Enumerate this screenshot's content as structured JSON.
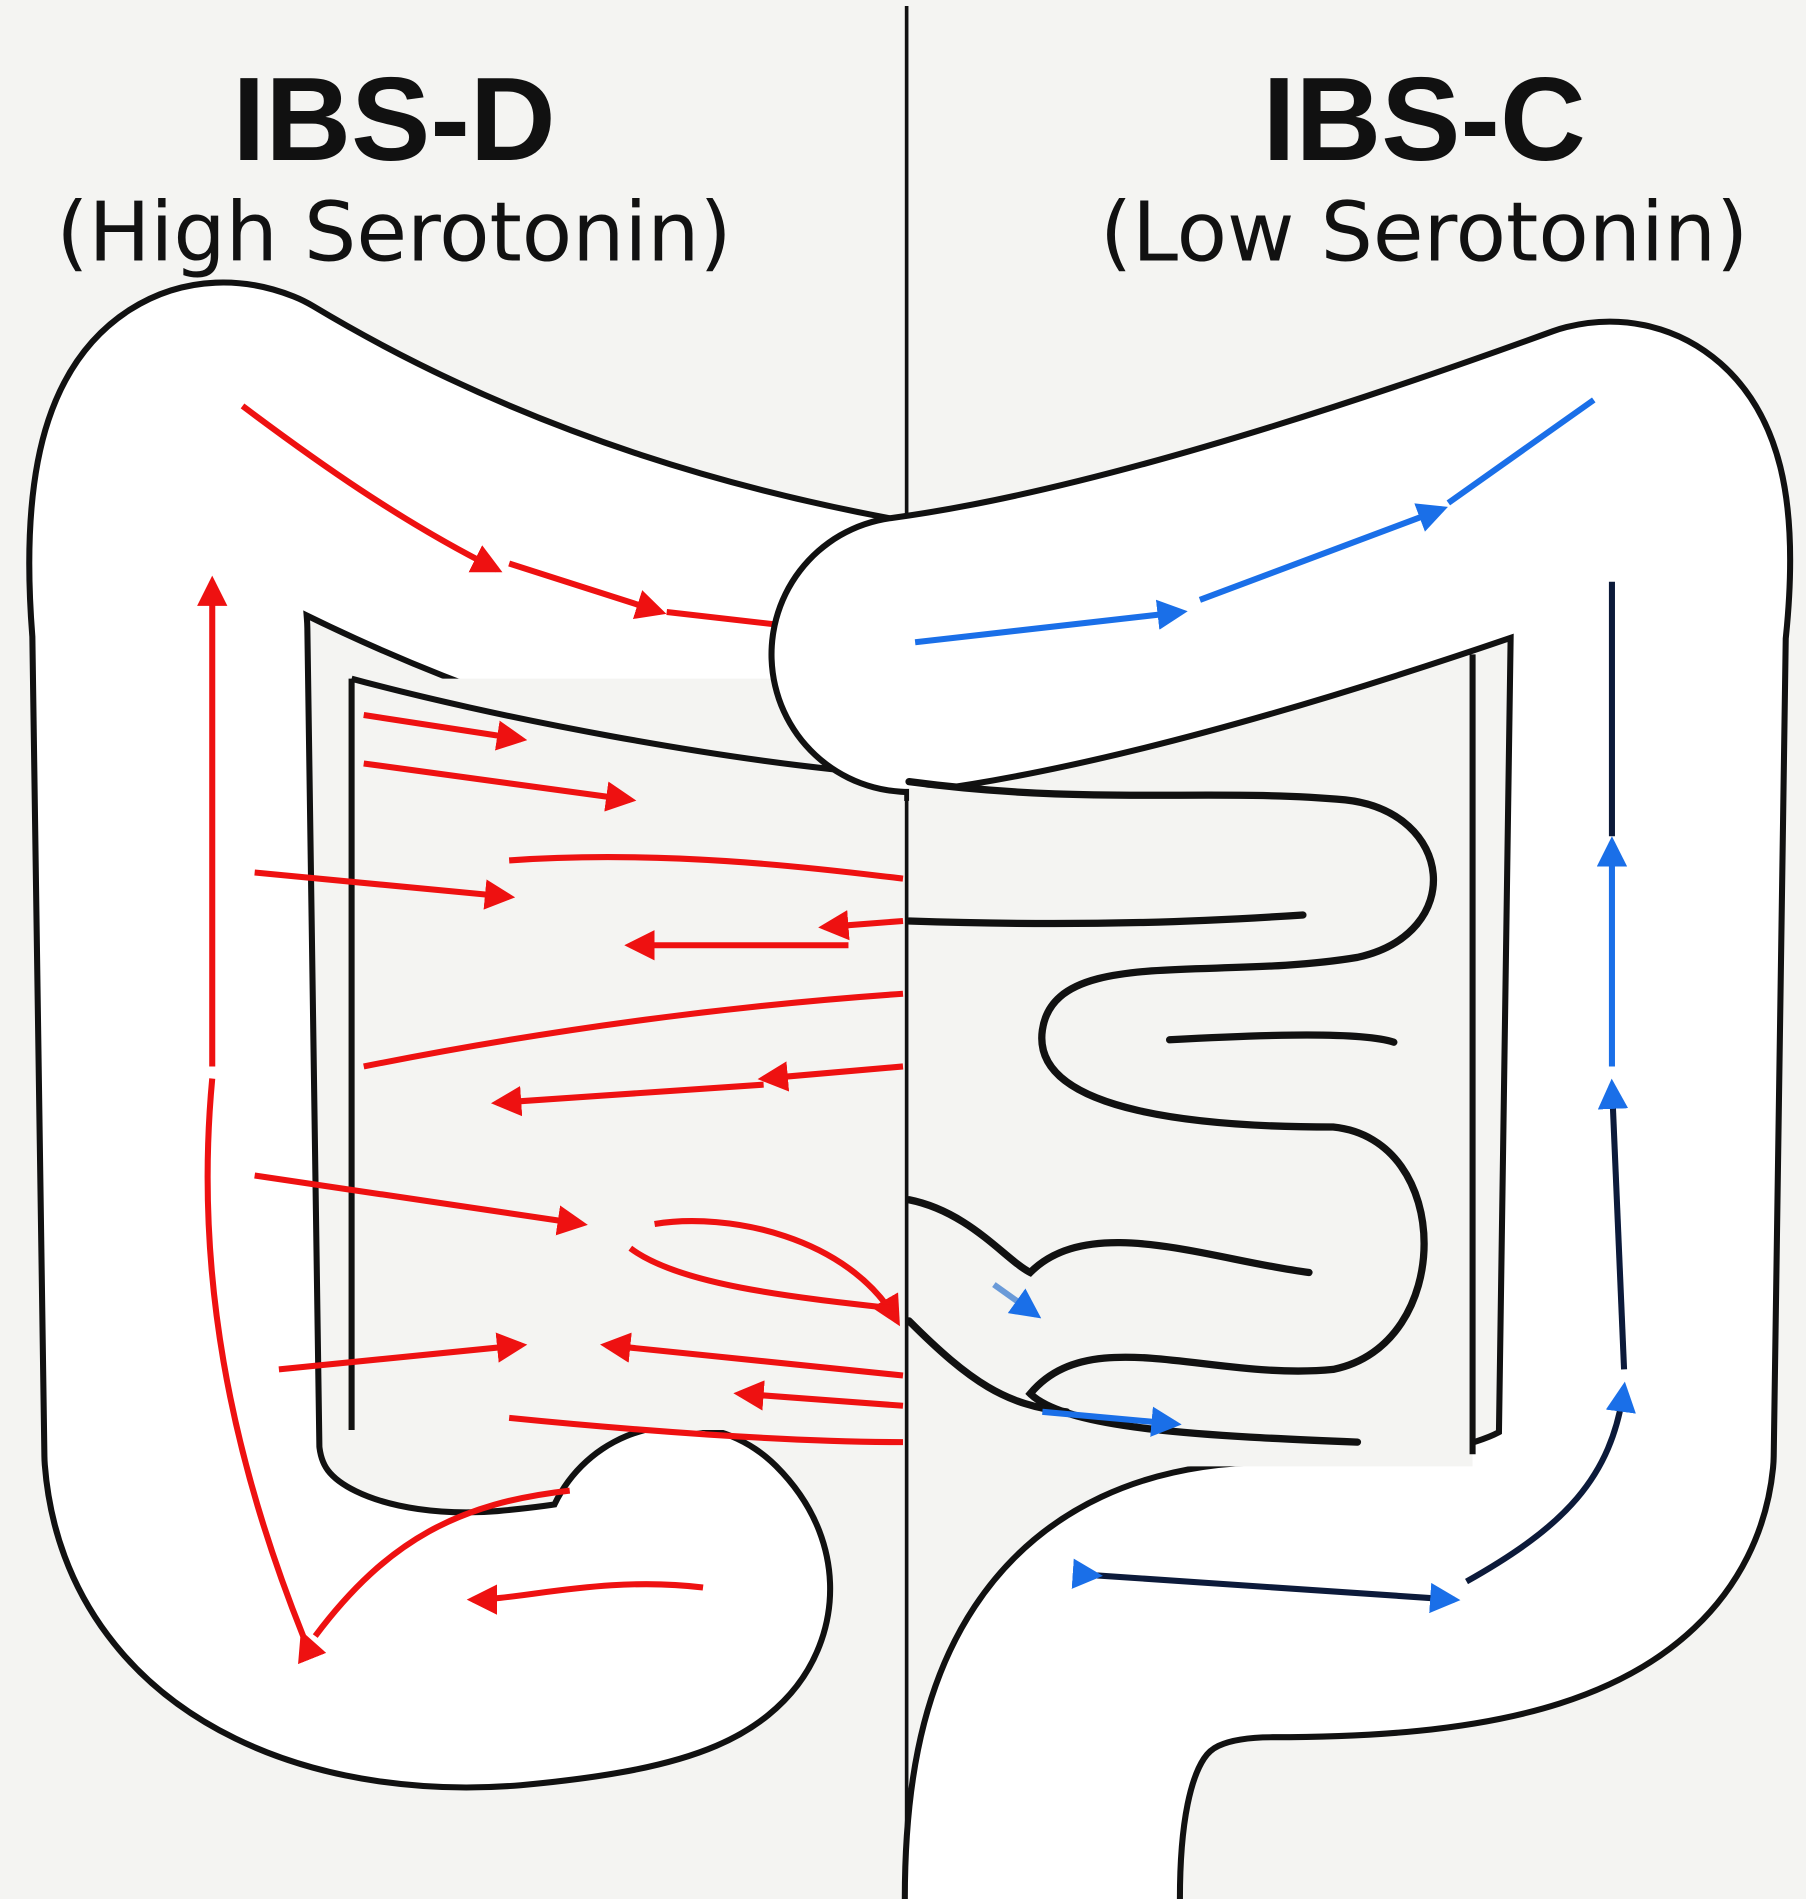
{
  "left_panel": {
    "title": "IBS-D",
    "subtitle": "(High Serotonin)",
    "arrow_color": "#ee1111"
  },
  "right_panel": {
    "title": "IBS-C",
    "subtitle": "(Low Serotonin)",
    "arrow_color": "#1a6fe8",
    "dark_line_color": "#0c1a3a"
  }
}
